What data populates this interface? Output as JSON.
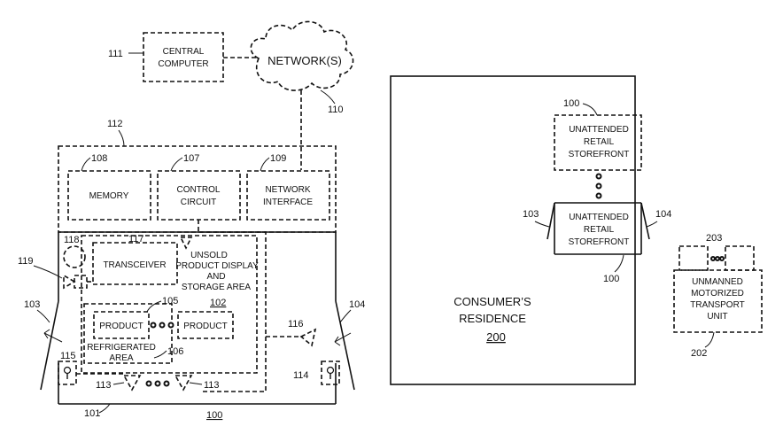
{
  "labels": {
    "central_computer": [
      "CENTRAL",
      "COMPUTER"
    ],
    "networks": "NETWORK(S)",
    "memory": "MEMORY",
    "control_circuit": [
      "CONTROL",
      "CIRCUIT"
    ],
    "network_interface": [
      "NETWORK",
      "INTERFACE"
    ],
    "transceiver": "TRANSCEIVER",
    "unsold_area": [
      "UNSOLD",
      "PRODUCT DISPLAY",
      "AND",
      "STORAGE AREA"
    ],
    "product": "PRODUCT",
    "refrigerated_area": [
      "REFRIGERATED",
      "AREA"
    ],
    "consumer_residence": [
      "CONSUMER’S",
      "RESIDENCE"
    ],
    "storefront": [
      "UNATTENDED",
      "RETAIL",
      "STOREFRONT"
    ],
    "transport_unit": [
      "UNMANNED",
      "MOTORIZED",
      "TRANSPORT",
      "UNIT"
    ]
  },
  "refs": {
    "r111": "111",
    "r110": "110",
    "r112": "112",
    "r108": "108",
    "r107": "107",
    "r109": "109",
    "r118": "118",
    "r117": "117",
    "r119": "119",
    "r103": "103",
    "r104": "104",
    "r105": "105",
    "r102": "102",
    "r116": "116",
    "r106": "106",
    "r115": "115",
    "r114": "114",
    "r113a": "113",
    "r113b": "113",
    "r101": "101",
    "r100": "100",
    "r100_top": "100",
    "r103_right": "103",
    "r104_right": "104",
    "r100_bottom": "100",
    "r200": "200",
    "r203": "203",
    "r202": "202"
  }
}
